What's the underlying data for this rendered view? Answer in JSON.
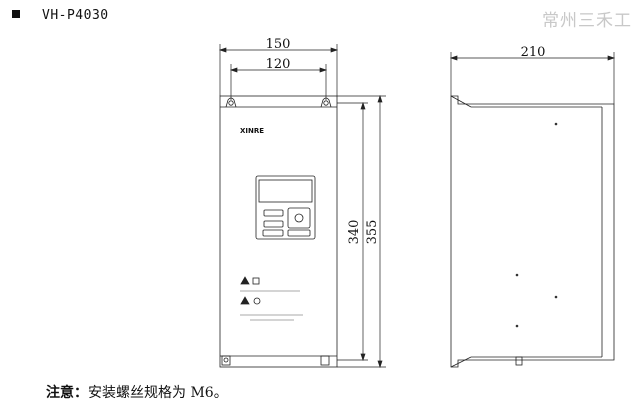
{
  "header": {
    "model": "VH-P4030",
    "watermark": "常州三禾工"
  },
  "dimensions": {
    "outer_width": "150",
    "mount_width": "120",
    "mount_height": "340",
    "outer_height": "355",
    "depth": "210"
  },
  "panel": {
    "brand_logo": "XINRE"
  },
  "note": {
    "label": "注意：",
    "text": "安装螺丝规格为 M6。"
  }
}
